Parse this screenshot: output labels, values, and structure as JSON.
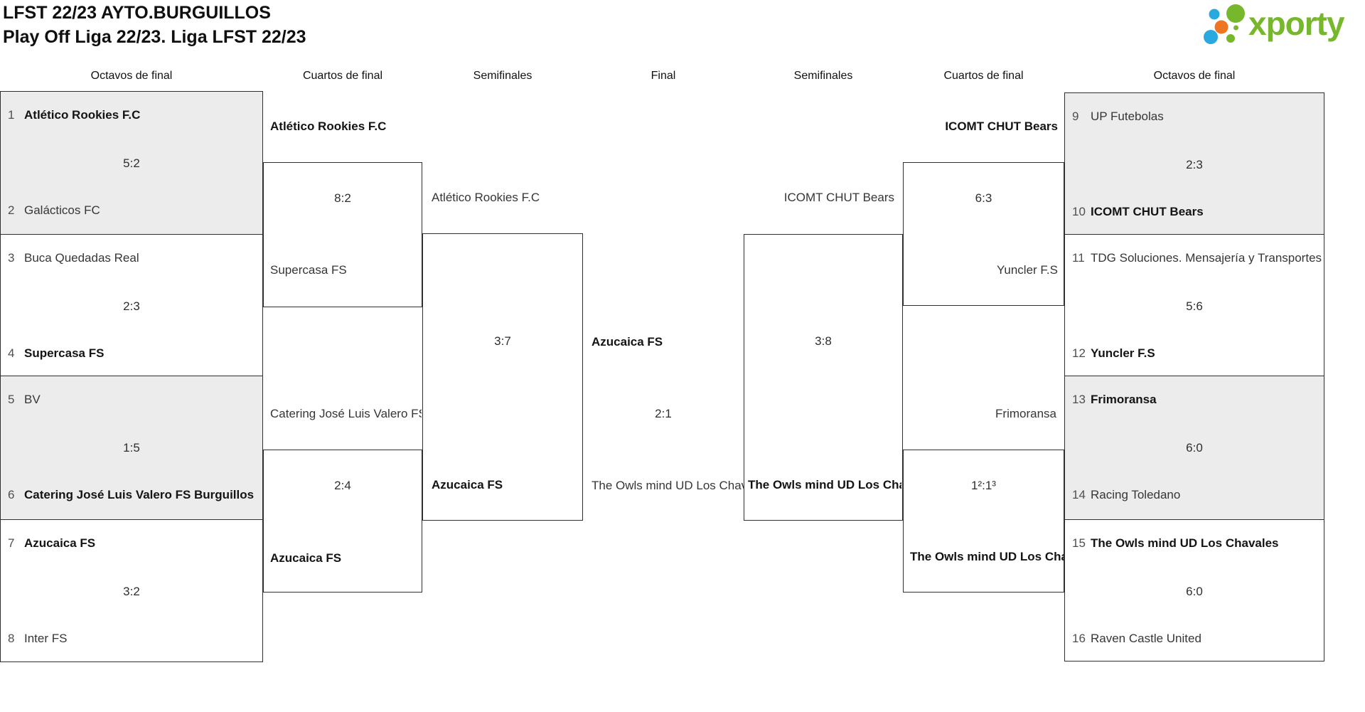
{
  "header": {
    "title_line1": "LFST 22/23 AYTO.BURGUILLOS",
    "title_line2": "Play Off Liga 22/23. Liga LFST 22/23"
  },
  "logo": {
    "brand": "xporty",
    "colors": {
      "green": "#77b72b",
      "blue": "#2aa9e0",
      "orange": "#ee7622"
    }
  },
  "round_headers": {
    "octavos_left": "Octavos de final",
    "cuartos_left": "Cuartos de final",
    "semis_left": "Semifinales",
    "final": "Final",
    "semis_right": "Semifinales",
    "cuartos_right": "Cuartos de final",
    "octavos_right": "Octavos de final"
  },
  "colors": {
    "box_fill": "#ececec",
    "border": "#2f2f2f"
  },
  "bracket": {
    "octavos_left": [
      {
        "seed1": "1",
        "team1": "Atlético Rookies F.C",
        "bold1": true,
        "score": "5:2",
        "seed2": "2",
        "team2": "Galácticos FC",
        "bold2": false
      },
      {
        "seed1": "3",
        "team1": "Buca Quedadas Real",
        "bold1": false,
        "score": "2:3",
        "seed2": "4",
        "team2": "Supercasa FS",
        "bold2": true
      },
      {
        "seed1": "5",
        "team1": "BV",
        "bold1": false,
        "score": "1:5",
        "seed2": "6",
        "team2": "Catering José Luis Valero FS Burguillos",
        "bold2": true
      },
      {
        "seed1": "7",
        "team1": "Azucaica FS",
        "bold1": true,
        "score": "3:2",
        "seed2": "8",
        "team2": "Inter FS",
        "bold2": false
      }
    ],
    "octavos_right": [
      {
        "seed1": "9",
        "team1": "UP Futebolas",
        "bold1": false,
        "score": "2:3",
        "seed2": "10",
        "team2": "ICOMT CHUT Bears",
        "bold2": true
      },
      {
        "seed1": "11",
        "team1": "TDG Soluciones. Mensajería y Transportes",
        "bold1": false,
        "score": "5:6",
        "seed2": "12",
        "team2": "Yuncler F.S",
        "bold2": true
      },
      {
        "seed1": "13",
        "team1": "Frimoransa",
        "bold1": true,
        "score": "6:0",
        "seed2": "14",
        "team2": "Racing Toledano",
        "bold2": false
      },
      {
        "seed1": "15",
        "team1": "The Owls mind UD Los Chavales",
        "bold1": true,
        "score": "6:0",
        "seed2": "16",
        "team2": "Raven Castle United",
        "bold2": false
      }
    ],
    "cuartos_left": [
      {
        "team1": "Atlético Rookies F.C",
        "bold1": true,
        "score": "8:2",
        "team2": "Supercasa FS",
        "bold2": false
      },
      {
        "team1": "Catering José Luis Valero FS Burguillos",
        "bold1": false,
        "score": "2:4",
        "team2": "Azucaica FS",
        "bold2": true
      }
    ],
    "cuartos_right": [
      {
        "team1": "ICOMT CHUT Bears",
        "bold1": true,
        "score": "6:3",
        "team2": "Yuncler F.S",
        "bold2": false
      },
      {
        "team1": "Frimoransa",
        "bold1": false,
        "score": "1²:1³",
        "team2": "The Owls mind UD Los Chavales",
        "bold2": true
      }
    ],
    "semi_left": {
      "team1": "Atlético Rookies F.C",
      "bold1": false,
      "score": "3:7",
      "team2": "Azucaica FS",
      "bold2": true
    },
    "semi_right": {
      "team1": "ICOMT CHUT Bears",
      "bold1": false,
      "score": "3:8",
      "team2": "The Owls mind UD Los Chavales",
      "bold2": true
    },
    "final": {
      "team1": "Azucaica FS",
      "bold1": true,
      "score": "2:1",
      "team2": "The Owls mind UD Los Chavales",
      "bold2": false
    }
  }
}
